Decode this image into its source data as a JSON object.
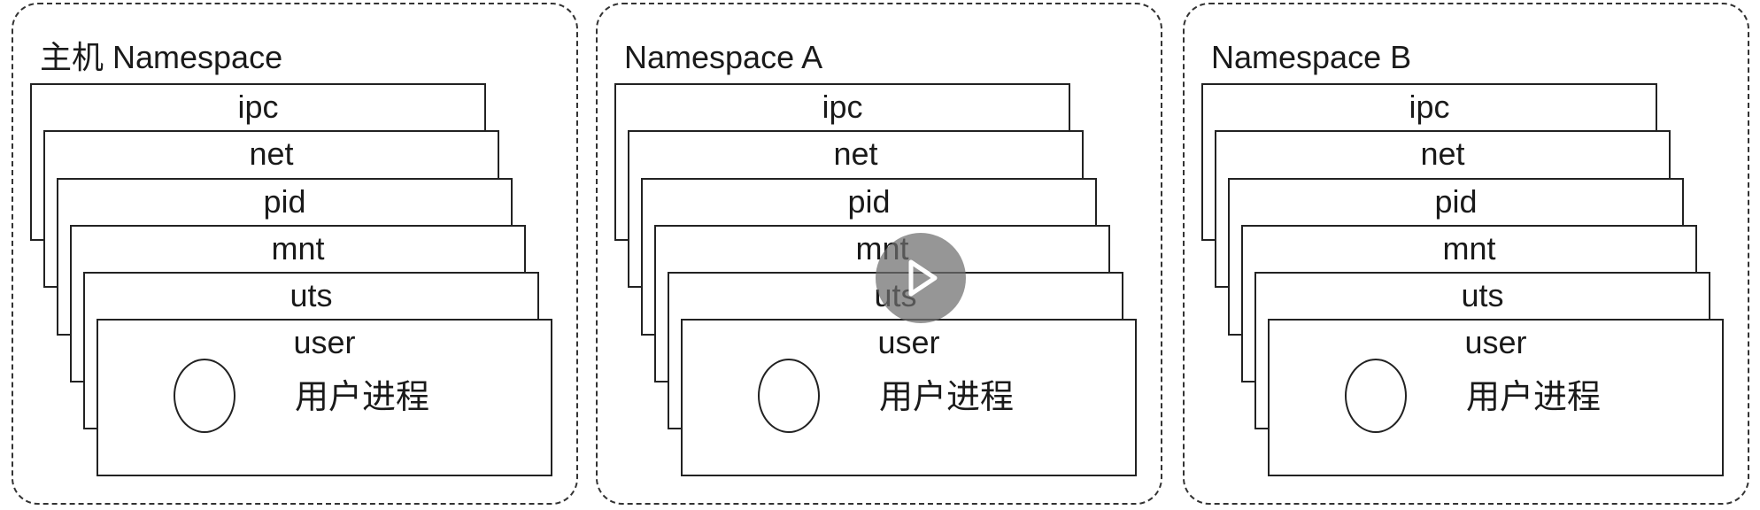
{
  "panels": [
    {
      "title": "主机 Namespace",
      "layers": [
        "ipc",
        "net",
        "pid",
        "mnt",
        "uts",
        "user"
      ],
      "process_label": "用户进程"
    },
    {
      "title": "Namespace A",
      "layers": [
        "ipc",
        "net",
        "pid",
        "mnt",
        "uts",
        "user"
      ],
      "process_label": "用户进程"
    },
    {
      "title": "Namespace B",
      "layers": [
        "ipc",
        "net",
        "pid",
        "mnt",
        "uts",
        "user"
      ],
      "process_label": "用户进程"
    }
  ],
  "overlay": {
    "icon": "play-icon",
    "color": "#6e6e6e"
  }
}
